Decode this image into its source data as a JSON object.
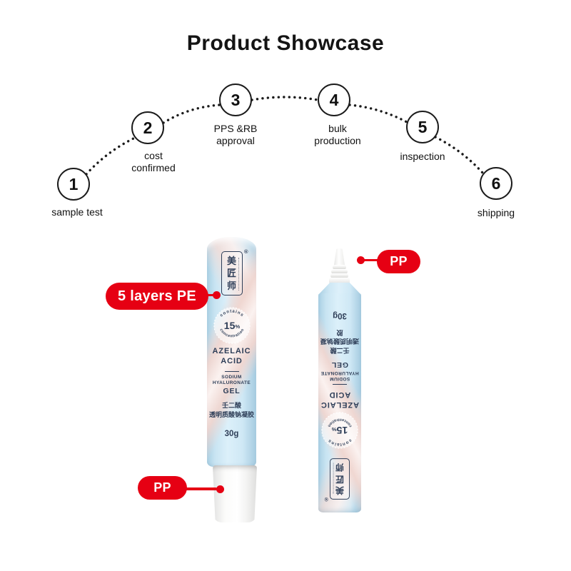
{
  "page_title": "Product Showcase",
  "colors": {
    "accent_red": "#e60013",
    "tube_text_navy": "#2e3e58",
    "tube_blue": "#c8e4f2",
    "flow_ink": "#1b1b1b"
  },
  "process_flow": {
    "steps": [
      {
        "number": "1",
        "label_line1": "sample test",
        "label_line2": ""
      },
      {
        "number": "2",
        "label_line1": "cost",
        "label_line2": "confirmed"
      },
      {
        "number": "3",
        "label_line1": "PPS &RB",
        "label_line2": "approval"
      },
      {
        "number": "4",
        "label_line1": "bulk",
        "label_line2": "production"
      },
      {
        "number": "5",
        "label_line1": "inspection",
        "label_line2": ""
      },
      {
        "number": "6",
        "label_line1": "shipping",
        "label_line2": ""
      }
    ]
  },
  "annotations": {
    "body_material": "5 layers PE",
    "cap_material": "PP",
    "nozzle_material": "PP"
  },
  "tube": {
    "brand": {
      "char1": "美",
      "char2": "匠",
      "char3": "师",
      "registered": "®"
    },
    "badge": {
      "arc_top": "contains",
      "value": "15",
      "percent": "%",
      "arc_bottom": "concentration"
    },
    "name_line1": "AZELAIC",
    "name_line2": "ACID",
    "sub_line1": "SODIUM",
    "sub_line2": "HYALURONATE",
    "sub_line3": "GEL",
    "cn_line1": "壬二酸",
    "cn_line2": "透明质酸钠凝胶",
    "weight": "30g"
  }
}
